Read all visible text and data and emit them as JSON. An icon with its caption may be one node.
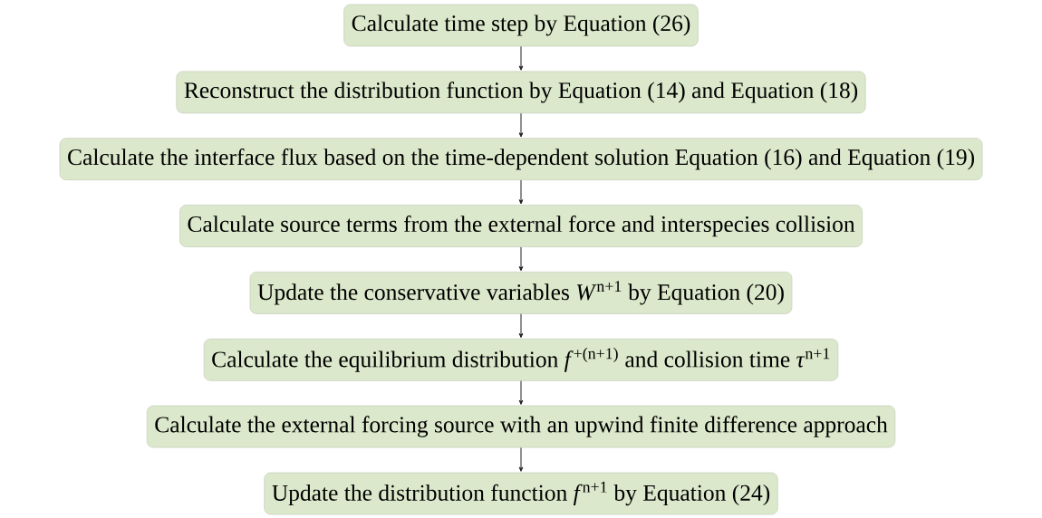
{
  "diagram": {
    "nodes": [
      {
        "text": [
          "Calculate time step by Equation (26)"
        ]
      },
      {
        "text": [
          "Reconstruct the distribution function by Equation (14) and Equation (18)"
        ]
      },
      {
        "text": [
          "Calculate the interface flux based on the time-dependent solution Equation (16) and Equation (19)"
        ]
      },
      {
        "text": [
          "Calculate source terms from the external force and interspecies collision"
        ]
      },
      {
        "text": [
          "Update the conservative variables *W*$^{n+1}$ by Equation (20)"
        ]
      },
      {
        "text": [
          "Calculate the equilibrium distribution *f*$^{+(n+1)}$ and collision time *τ*$^{n+1}$"
        ]
      },
      {
        "text": [
          "Calculate the external forcing source with an upwind finite difference approach"
        ]
      },
      {
        "text": [
          "Update the distribution function *f*$^{n+1}$ by Equation (24)"
        ]
      }
    ],
    "edges": [
      {
        "from": 0,
        "to": 1,
        "arrow": "to"
      },
      {
        "from": 1,
        "to": 2,
        "arrow": "to"
      },
      {
        "from": 2,
        "to": 3,
        "arrow": "to"
      },
      {
        "from": 3,
        "to": 4,
        "arrow": "to"
      },
      {
        "from": 4,
        "to": 5,
        "arrow": "to"
      },
      {
        "from": 5,
        "to": 6,
        "arrow": "to"
      },
      {
        "from": 6,
        "to": 7,
        "arrow": "to"
      }
    ]
  }
}
